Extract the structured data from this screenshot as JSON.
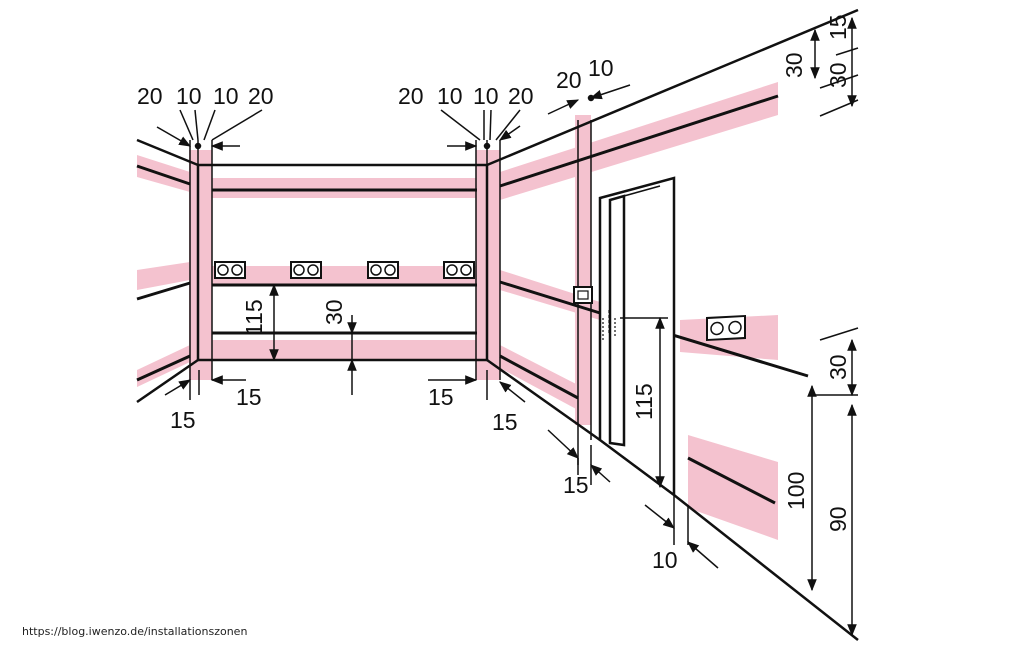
{
  "source_url": "https://blog.iwenzo.de/installationszonen",
  "colors": {
    "zone_fill": "#f4c2cf",
    "line": "#111111",
    "background": "#ffffff"
  },
  "corner_left_top": {
    "a": "20",
    "b": "10",
    "c": "10",
    "d": "20"
  },
  "corner_right_top": {
    "a": "20",
    "b": "10",
    "c": "10",
    "d": "20"
  },
  "right_wall_top": {
    "a": "20",
    "b": "10",
    "c": "30",
    "d": "30",
    "e": "15"
  },
  "back_wall": {
    "height_total": "115",
    "height_outlet": "30"
  },
  "floor_dims": {
    "left_corner": "15",
    "left_wall": "15",
    "right_corner_back": "15",
    "right_corner_side": "15",
    "door_side": "15",
    "door_floor": "10"
  },
  "door_dims": {
    "handle_height": "115"
  },
  "right_wall_dims": {
    "outlet_zone": "30",
    "zone_100": "100",
    "zone_90": "90"
  },
  "icons": [
    "socket-icon",
    "light-switch-icon",
    "door-handle-icon"
  ]
}
